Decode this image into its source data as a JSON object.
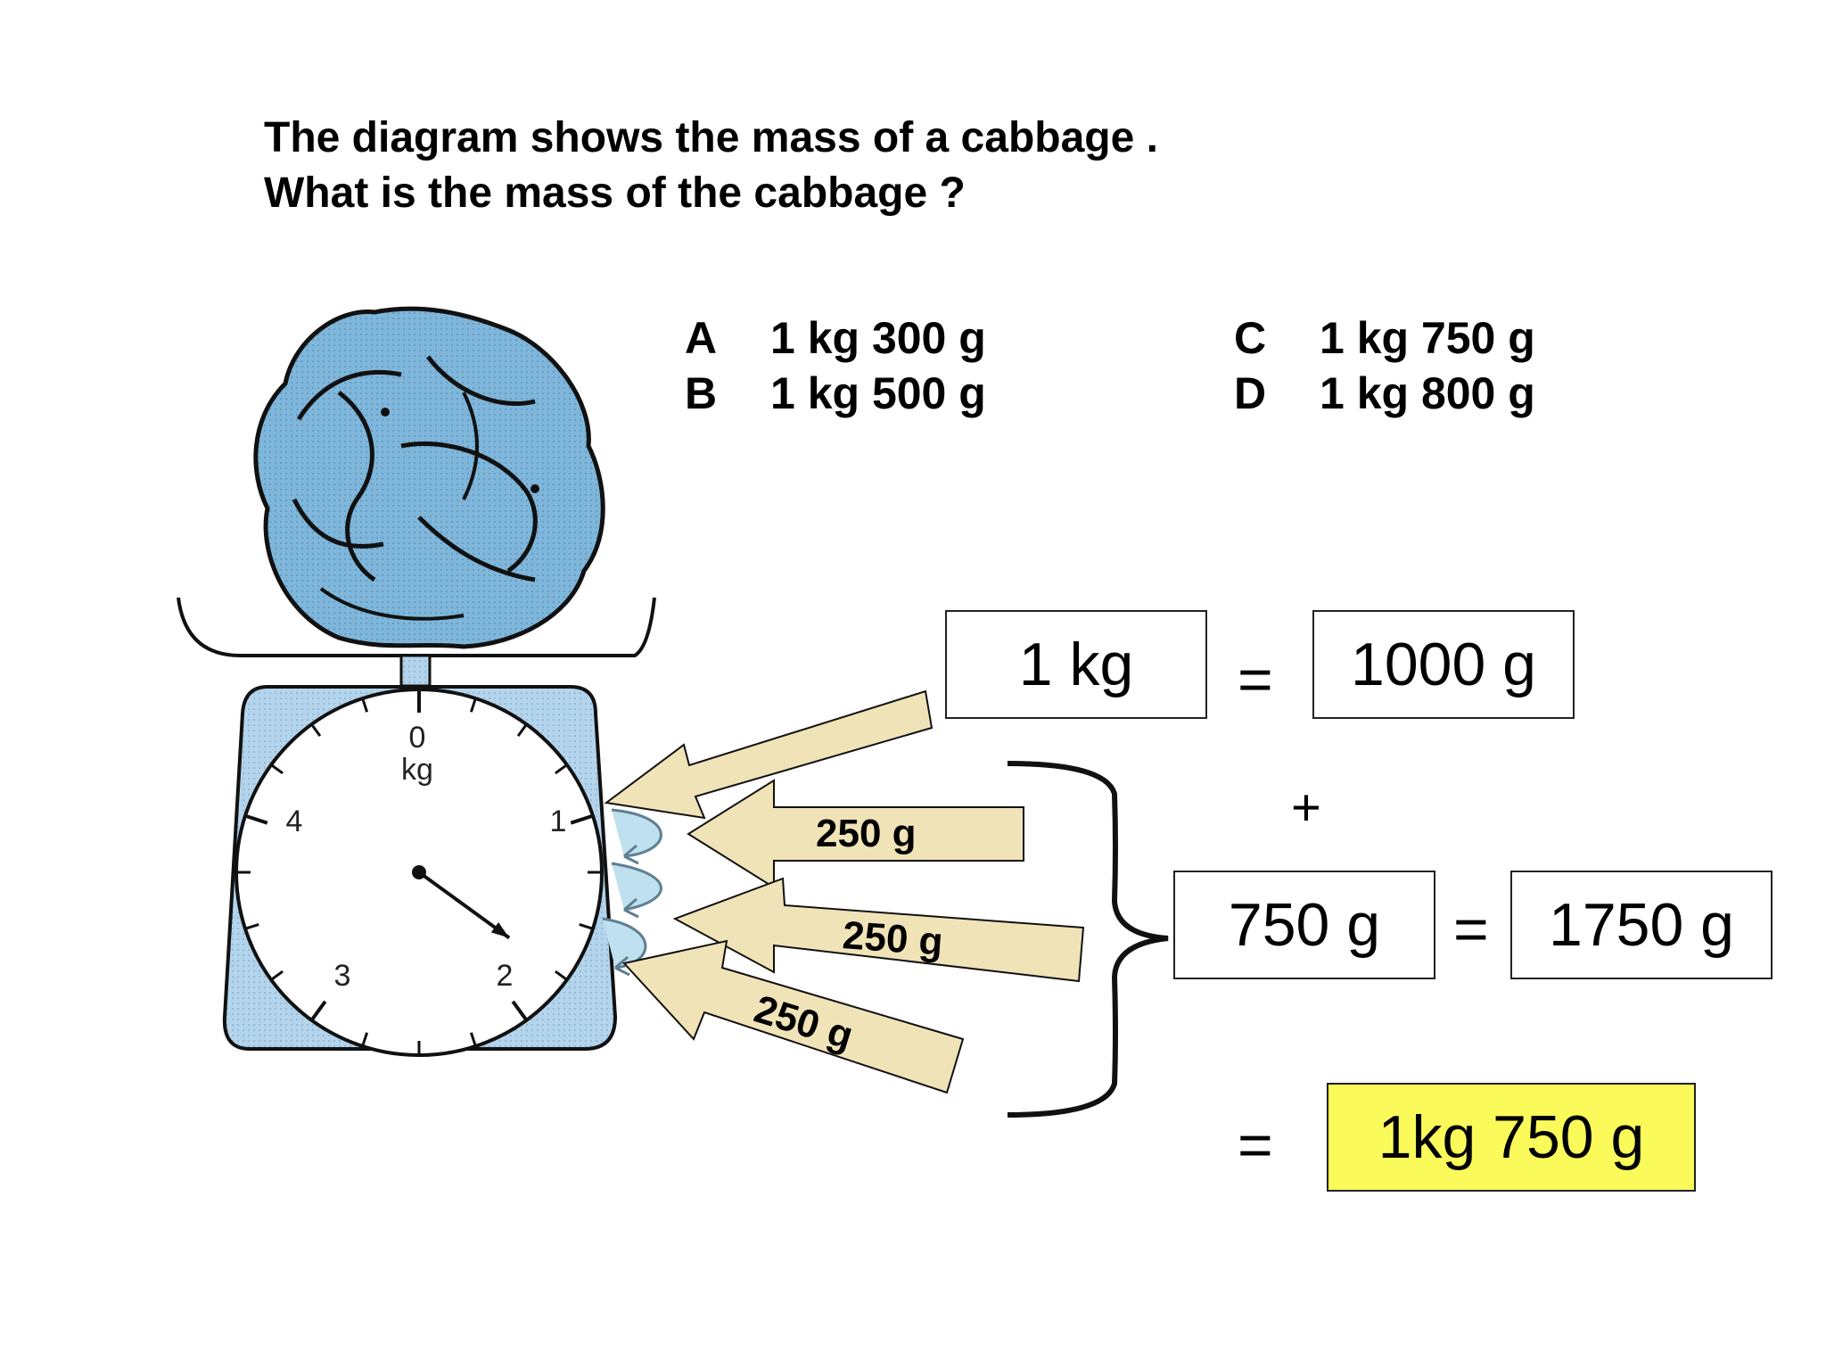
{
  "question": {
    "line1": "The diagram shows the mass of a cabbage .",
    "line2": "What is the mass of the cabbage ?"
  },
  "options": [
    {
      "letter": "A",
      "text": "1 kg 300 g"
    },
    {
      "letter": "B",
      "text": "1 kg 500 g"
    },
    {
      "letter": "C",
      "text": "1 kg 750 g"
    },
    {
      "letter": "D",
      "text": "1 kg 800 g"
    }
  ],
  "scale": {
    "zero_label": "0",
    "unit_label": "kg",
    "dial_numbers": [
      "1",
      "2",
      "3",
      "4"
    ],
    "pointer_reading_kg": 1.75
  },
  "arrows": {
    "step1": "250 g",
    "step2": "250 g",
    "step3": "250 g"
  },
  "working": {
    "kg_box": "1 kg",
    "equals1": "=",
    "gram_box": "1000 g",
    "plus": "+",
    "grams_box": "750 g",
    "equals2": "=",
    "total_box": "1750 g",
    "equals3": "=",
    "answer_box": "1kg  750 g"
  },
  "colors": {
    "cabbage": "#7fb6da",
    "scale_body": "#b4d4ec",
    "arrow_fill": "#f1e3b8",
    "answer_highlight": "#fafa5a"
  }
}
